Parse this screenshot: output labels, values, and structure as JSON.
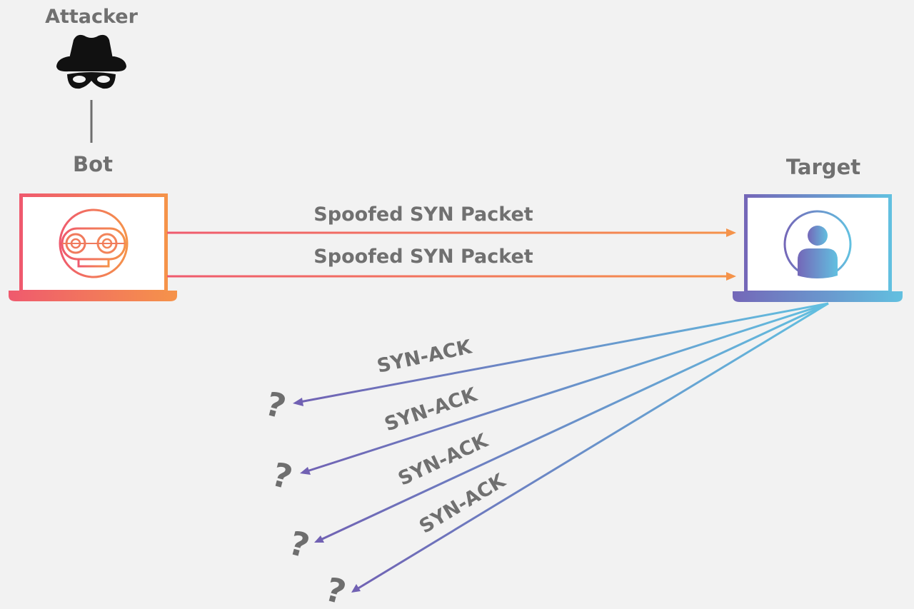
{
  "labels": {
    "attacker": "Attacker",
    "bot": "Bot",
    "target": "Target"
  },
  "packets": {
    "spoofed_syn_1": "Spoofed SYN Packet",
    "spoofed_syn_2": "Spoofed SYN Packet"
  },
  "responses": [
    {
      "label": "SYN-ACK",
      "destination": "?"
    },
    {
      "label": "SYN-ACK",
      "destination": "?"
    },
    {
      "label": "SYN-ACK",
      "destination": "?"
    },
    {
      "label": "SYN-ACK",
      "destination": "?"
    }
  ],
  "colors": {
    "background": "#f2f2f2",
    "text": "#707070",
    "bot_gradient_start": "#ef5a6e",
    "bot_gradient_end": "#f5934a",
    "target_gradient_start": "#7467b8",
    "target_gradient_end": "#62c0e0"
  },
  "icons": {
    "attacker": "spy-hat-icon",
    "bot": "robot-face-icon",
    "target": "user-icon"
  }
}
